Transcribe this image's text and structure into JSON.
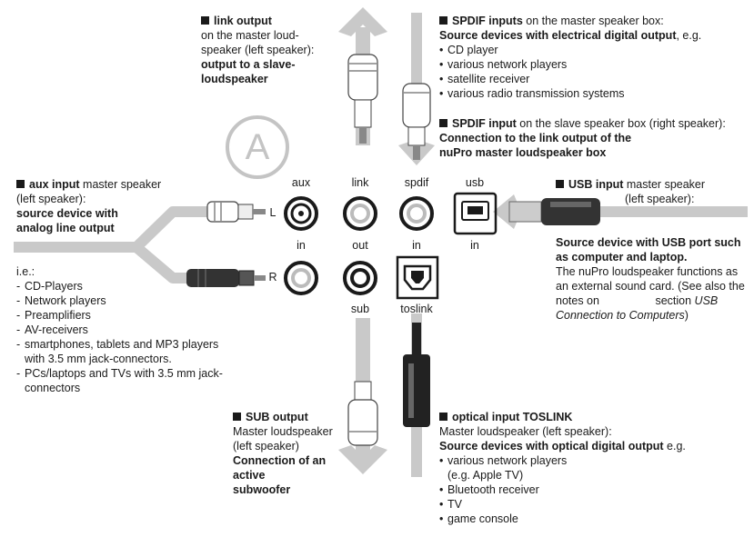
{
  "badge": "A",
  "port_labels": {
    "aux": "aux",
    "link": "link",
    "spdif": "spdif",
    "usb": "usb",
    "in1": "in",
    "out": "out",
    "in2": "in",
    "in3": "in",
    "sub": "sub",
    "toslink": "toslink",
    "L": "L",
    "R": "R"
  },
  "link_output": {
    "title": "link output",
    "line1": "on the master loud-",
    "line2": "speaker (left speaker):",
    "bold": "output to a slave-",
    "bold2": "loudspeaker"
  },
  "spdif_inputs": {
    "title": "SPDIF inputs",
    "rest": " on the master speaker box:",
    "bold": "Source devices with electrical digital output",
    "tail": ", e.g.",
    "items": [
      "CD player",
      "various network players",
      "satellite receiver",
      "various radio transmission systems"
    ]
  },
  "spdif_slave": {
    "title": "SPDIF input",
    "rest": " on the slave speaker box (right speaker):",
    "bold": "Connection to the link output of the",
    "bold2": "nuPro master loudspeaker box"
  },
  "aux_input": {
    "title": "aux input",
    "rest": " master speaker",
    "line2": "(left speaker):",
    "bold": "source device with",
    "bold2": "analog line output",
    "ie": "i.e.:",
    "items": [
      "CD-Players",
      "Network players",
      "Preamplifiers",
      "AV-receivers",
      "smartphones, tablets and MP3 players with 3.5 mm jack-connectors.",
      "PCs/laptops and TVs with 3.5 mm jack-connectors"
    ]
  },
  "usb_input": {
    "title": "USB input",
    "rest": " master speaker",
    "line2": "(left speaker):",
    "bold": "Source device with USB port such as computer and laptop.",
    "p1": "The nuPro loudspeaker functions as an external sound card. (See also the notes on",
    "p2": "section",
    "p3": "USB Connection to Computers",
    "p4": ")"
  },
  "sub_output": {
    "title": "SUB output",
    "line1": "Master loudspeaker",
    "line2": "(left speaker)",
    "bold": "Connection of an",
    "bold2": "active",
    "bold3": "subwoofer"
  },
  "optical_input": {
    "title": "optical input TOSLINK",
    "line1": "Master loudspeaker (left speaker):",
    "bold": "Source devices with optical digital output",
    "tail": " e.g.",
    "items": [
      "various network players",
      "(e.g. Apple TV)",
      "Bluetooth receiver",
      "TV",
      "game console"
    ]
  },
  "colors": {
    "arrow": "#c9c9c9",
    "port": "#1a1a1a",
    "plug_dark": "#333333"
  }
}
